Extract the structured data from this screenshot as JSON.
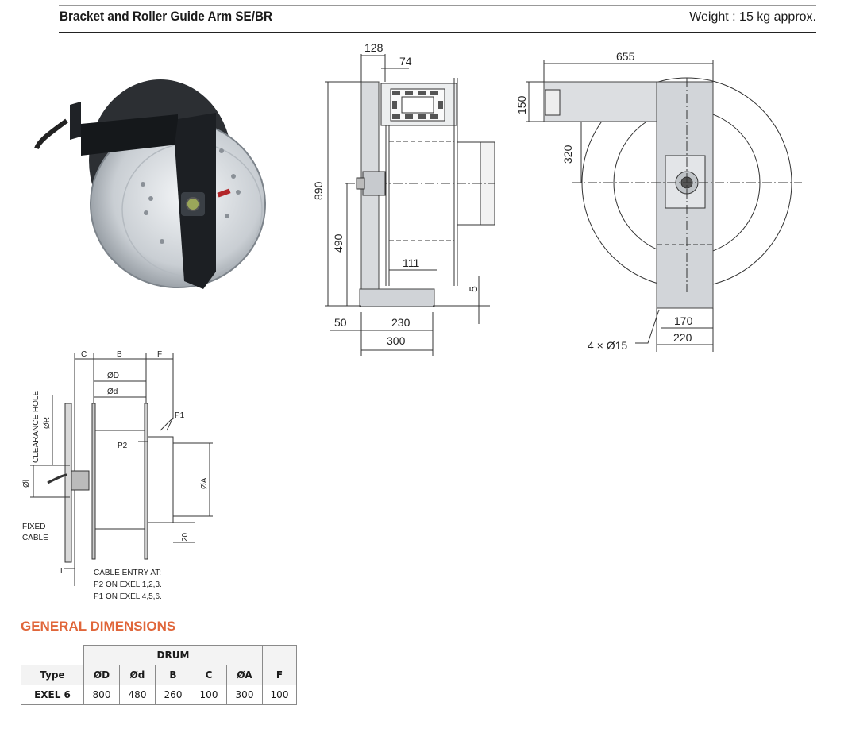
{
  "header": {
    "title": "Bracket and Roller Guide Arm SE/BR",
    "weight": "Weight : 15 kg approx."
  },
  "side_view": {
    "dims": {
      "d128": "128",
      "d74": "74",
      "d890": "890",
      "d490": "490",
      "d111": "111",
      "d5": "5",
      "d50": "50",
      "d230": "230",
      "d300": "300"
    }
  },
  "front_view": {
    "dims": {
      "d655": "655",
      "d150": "150",
      "d320": "320",
      "d170": "170",
      "d220": "220",
      "holes": "4 × Ø15"
    }
  },
  "schematic": {
    "labels": {
      "c": "C",
      "b": "B",
      "f": "F",
      "od": "ØD",
      "odsmall": "Ød",
      "clearance": "CLEARANCE HOLE",
      "or": "ØR",
      "oi": "Øl",
      "p1": "P1",
      "p2": "P2",
      "oa": "ØA",
      "twenty": "20",
      "fixed": "FIXED",
      "cable": "CABLE",
      "l": "L"
    },
    "note": [
      "CABLE ENTRY AT:",
      "P2 ON EXEL 1,2,3.",
      "P1 ON EXEL 4,5,6."
    ]
  },
  "general_dimensions": {
    "heading": "GENERAL DIMENSIONS",
    "group": "DRUM",
    "columns": [
      "Type",
      "ØD",
      "Ød",
      "B",
      "C",
      "ØA",
      "F"
    ],
    "row": [
      "EXEL 6",
      "800",
      "480",
      "260",
      "100",
      "300",
      "100"
    ]
  }
}
